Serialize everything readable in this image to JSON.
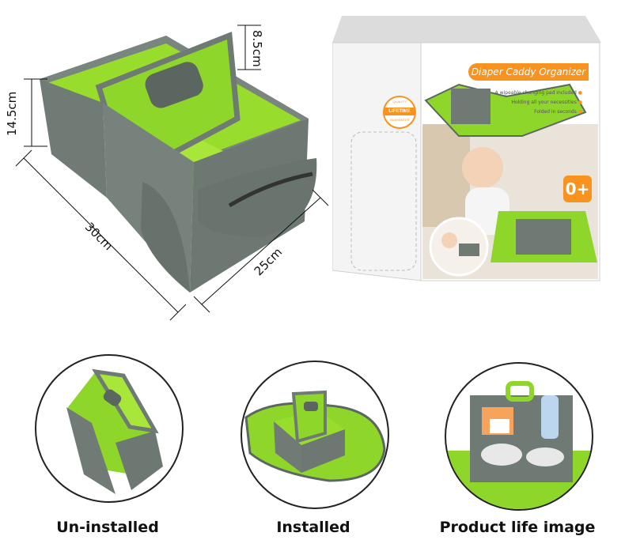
{
  "dimensions": {
    "handle_height": "8.5cm",
    "height": "14.5cm",
    "length": "30cm",
    "width": "25cm"
  },
  "box": {
    "title": "Diaper Caddy Organizer",
    "features": [
      "A wipeable changing pad included",
      "Holding all your necessities",
      "Folded in seconds"
    ],
    "age_badge": "0+",
    "seal_text": "LIFETIME",
    "seal_top": "QUALITY",
    "seal_bottom": "GUARANTEE"
  },
  "captions": {
    "uninstalled": "Un-installed",
    "installed": "Installed",
    "lifestyle": "Product life image"
  },
  "colors": {
    "felt_gray": "#6f7a74",
    "lime": "#8fd62a",
    "accent_orange": "#f7931e"
  }
}
